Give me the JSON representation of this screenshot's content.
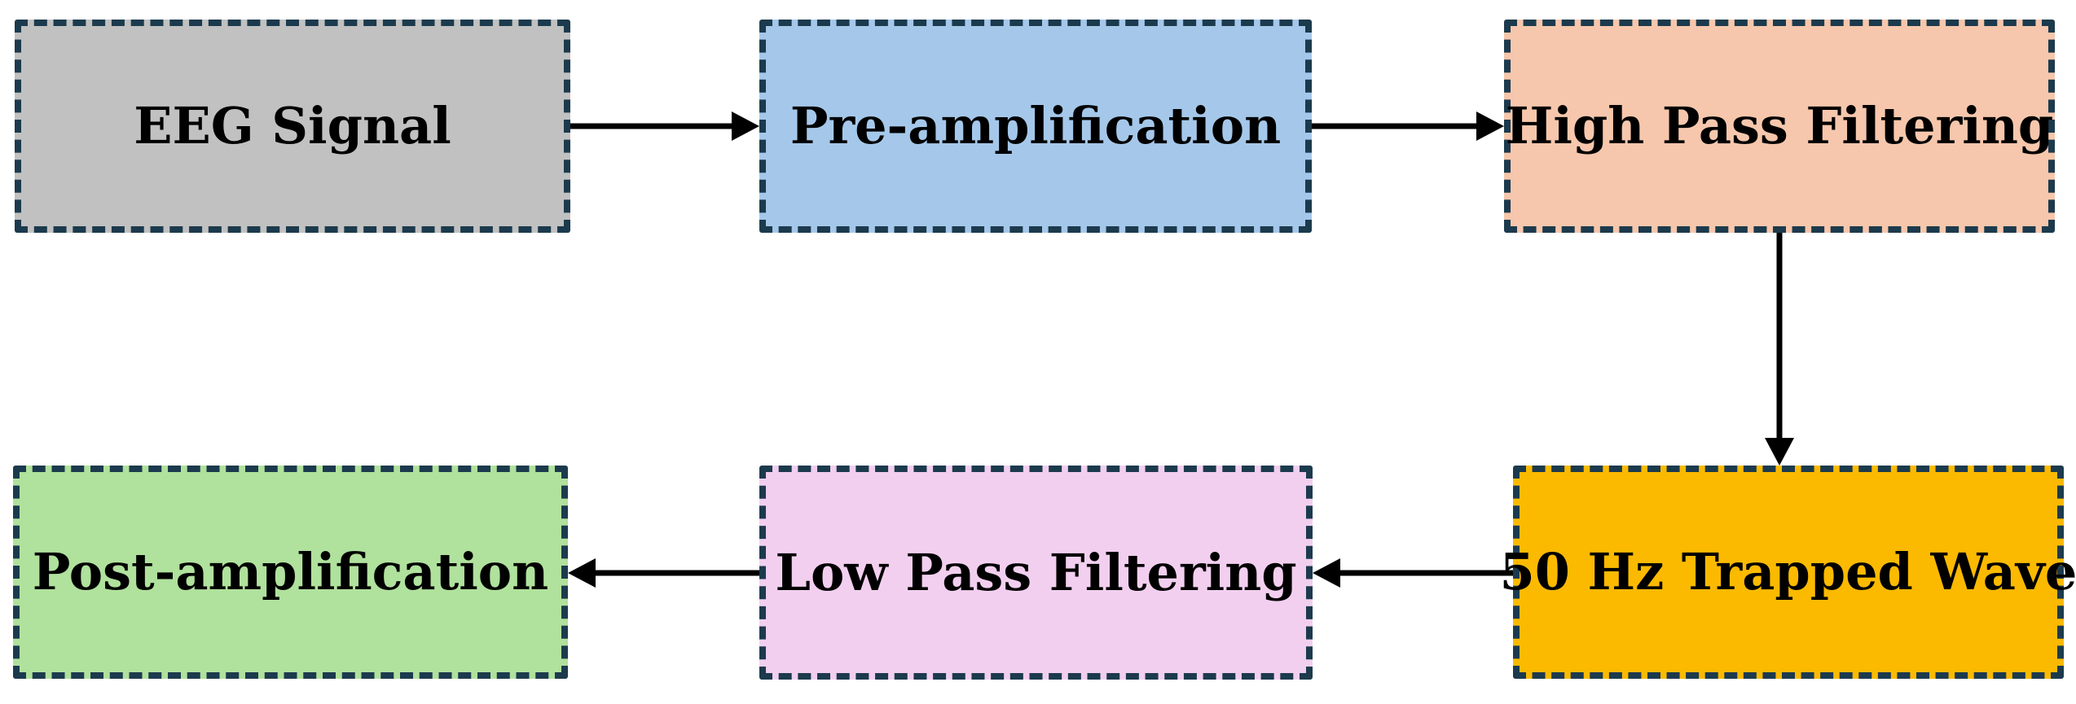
{
  "figure": {
    "type": "flowchart",
    "description": "EEG signal conditioning pipeline block diagram",
    "background": "#ffffff",
    "border_color": "#1c3a4d",
    "arrow_color": "#000000",
    "text_color": "#000000"
  },
  "boxes": [
    {
      "id": "eeg-signal",
      "label": "EEG Signal",
      "fill": "#c1c1c1"
    },
    {
      "id": "pre-amplification",
      "label": "Pre-amplification",
      "fill": "#a5c8ea"
    },
    {
      "id": "high-pass-filtering",
      "label": "High Pass Filtering",
      "fill": "#f6c7ac"
    },
    {
      "id": "trapped-wave-50hz",
      "label": "50 Hz Trapped Wave",
      "fill": "#fbba00"
    },
    {
      "id": "low-pass-filtering",
      "label": "Low Pass Filtering",
      "fill": "#f2cfef"
    },
    {
      "id": "post-amplification",
      "label": "Post-amplification",
      "fill": "#b0e19d"
    }
  ],
  "edges": [
    {
      "from": "eeg-signal",
      "to": "pre-amplification",
      "direction": "right"
    },
    {
      "from": "pre-amplification",
      "to": "high-pass-filtering",
      "direction": "right"
    },
    {
      "from": "high-pass-filtering",
      "to": "trapped-wave-50hz",
      "direction": "down"
    },
    {
      "from": "trapped-wave-50hz",
      "to": "low-pass-filtering",
      "direction": "left"
    },
    {
      "from": "low-pass-filtering",
      "to": "post-amplification",
      "direction": "left"
    }
  ]
}
